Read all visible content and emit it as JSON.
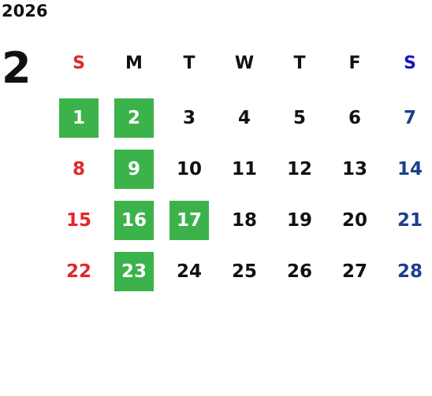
{
  "year": "2026",
  "month": "2",
  "weekdays": [
    {
      "label": "S",
      "color": "#e0282b"
    },
    {
      "label": "M",
      "color": "#111111"
    },
    {
      "label": "T",
      "color": "#111111"
    },
    {
      "label": "W",
      "color": "#111111"
    },
    {
      "label": "T",
      "color": "#111111"
    },
    {
      "label": "F",
      "color": "#111111"
    },
    {
      "label": "S",
      "color": "#1515c8"
    }
  ],
  "weeks": [
    [
      {
        "day": "1",
        "highlight": true
      },
      {
        "day": "2",
        "highlight": true
      },
      {
        "day": "3"
      },
      {
        "day": "4"
      },
      {
        "day": "5"
      },
      {
        "day": "6"
      },
      {
        "day": "7"
      }
    ],
    [
      {
        "day": "8"
      },
      {
        "day": "9",
        "highlight": true
      },
      {
        "day": "10"
      },
      {
        "day": "11"
      },
      {
        "day": "12"
      },
      {
        "day": "13"
      },
      {
        "day": "14"
      }
    ],
    [
      {
        "day": "15"
      },
      {
        "day": "16",
        "highlight": true
      },
      {
        "day": "17",
        "highlight": true
      },
      {
        "day": "18"
      },
      {
        "day": "19"
      },
      {
        "day": "20"
      },
      {
        "day": "21"
      }
    ],
    [
      {
        "day": "22"
      },
      {
        "day": "23",
        "highlight": true
      },
      {
        "day": "24"
      },
      {
        "day": "25"
      },
      {
        "day": "26"
      },
      {
        "day": "27"
      },
      {
        "day": "28"
      }
    ]
  ],
  "colors": {
    "highlight": "#3bb34a",
    "sunday": "#e0282b",
    "saturday": "#1c3f8c"
  }
}
